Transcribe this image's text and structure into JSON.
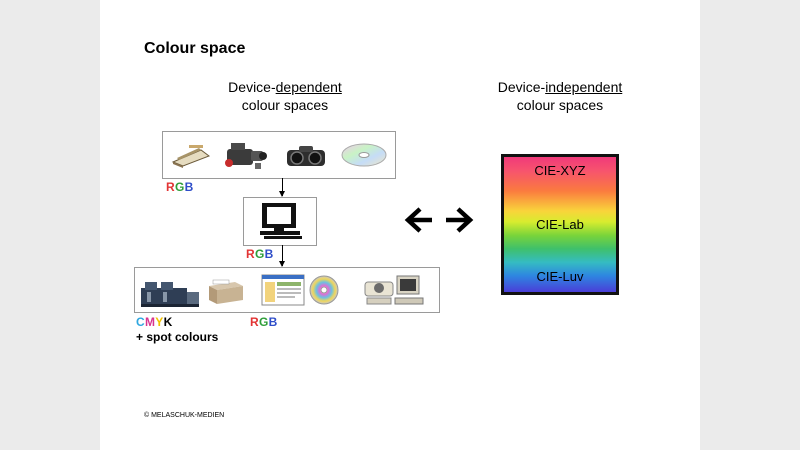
{
  "title": "Colour space",
  "dependent": {
    "line1_prefix": "Device-",
    "line1_underlined": "dependent",
    "line2": "colour spaces"
  },
  "independent": {
    "line1_prefix": "Device-",
    "line1_underlined": "independent",
    "line2": "colour spaces"
  },
  "input_devices": {
    "icons": [
      "flatbed-scanner-icon",
      "video-camera-icon",
      "digital-camera-icon",
      "cd-icon"
    ],
    "label": [
      "R",
      "G",
      "B"
    ]
  },
  "computer": {
    "icon": "computer-monitor-icon",
    "label": [
      "R",
      "G",
      "B"
    ]
  },
  "output_devices": {
    "icons": [
      "printing-press-icon",
      "laser-printer-icon",
      "web-page-icon",
      "cd-icon",
      "desktop-computer-icon"
    ],
    "print_label": [
      "C",
      "M",
      "Y",
      "K"
    ],
    "print_extra": "+ spot colours",
    "screen_label": [
      "R",
      "G",
      "B"
    ]
  },
  "bidirectional_arrow": "bidirectional-arrow-icon",
  "spaces": [
    "CIE-XYZ",
    "CIE-Lab",
    "CIE-Luv"
  ],
  "copyright": "© MELASCHUK-MEDIEN",
  "colors": {
    "red": "#e23434",
    "green": "#2f9e3a",
    "blue": "#2f4ec9",
    "cyan": "#2fa7e0",
    "magenta": "#d8338f",
    "yellow": "#f2c200",
    "black": "#000000"
  }
}
